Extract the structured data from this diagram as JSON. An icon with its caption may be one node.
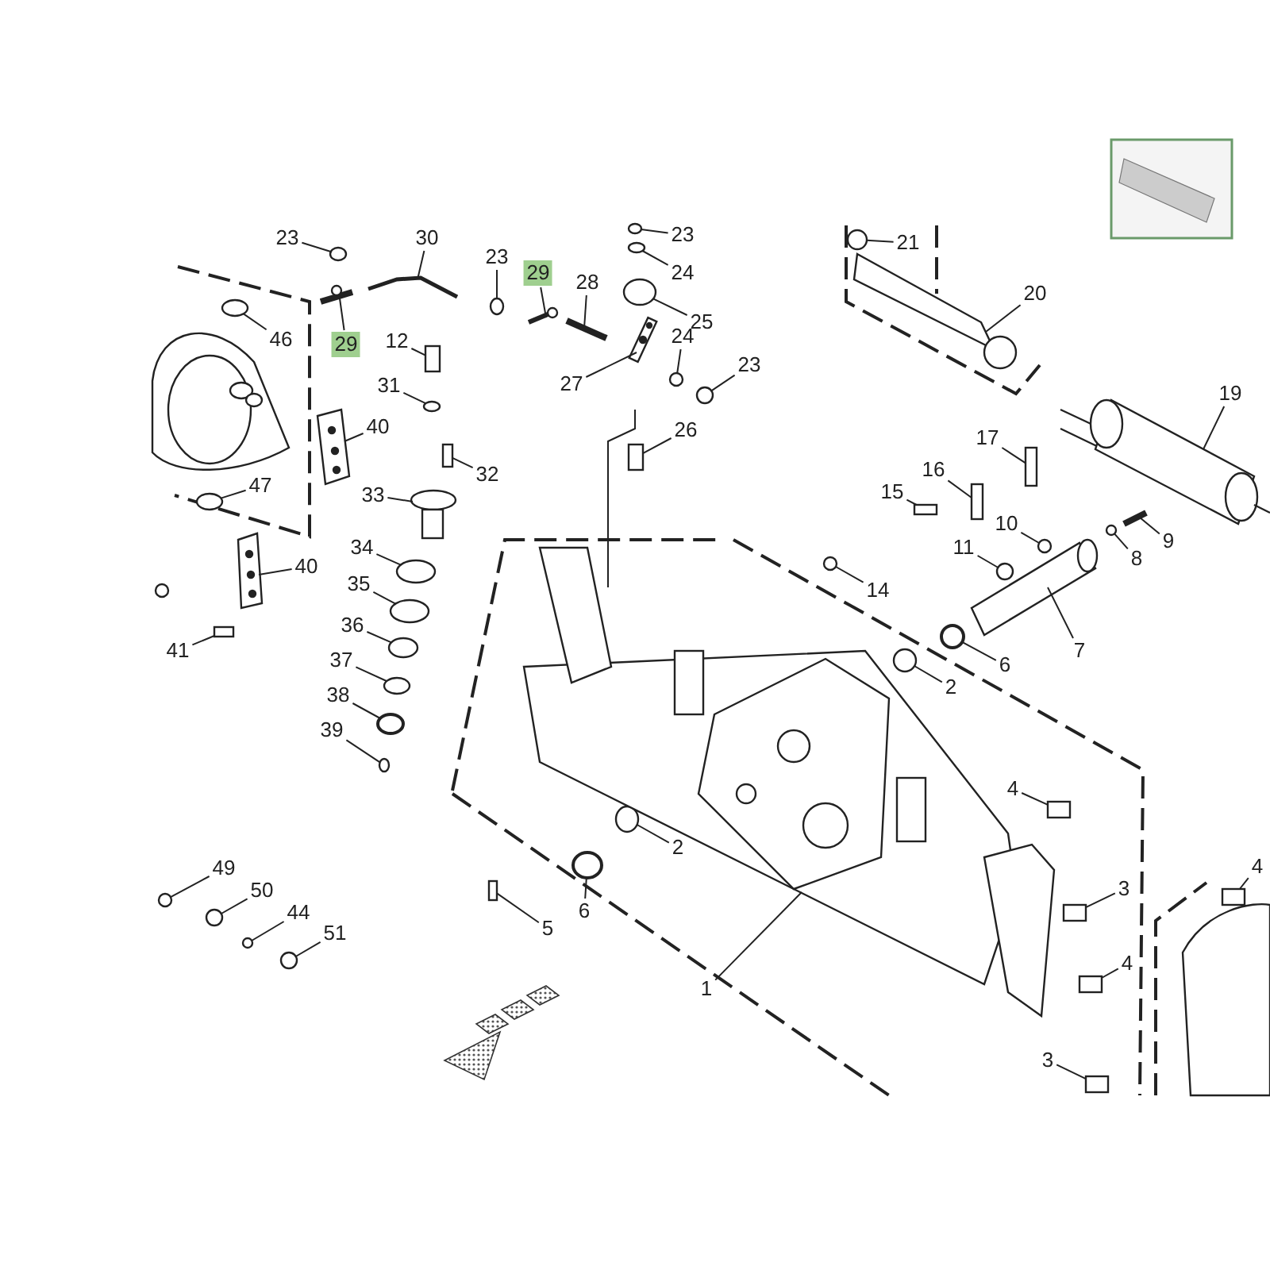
{
  "diagram": {
    "nodes": [
      {
        "text": [
          "23"
        ]
      },
      {
        "text": [
          "30"
        ]
      },
      {
        "text": [
          "23"
        ]
      },
      {
        "text": [
          "29"
        ]
      },
      {
        "text": [
          "23"
        ]
      },
      {
        "text": [
          "24"
        ]
      },
      {
        "text": [
          "21"
        ]
      },
      {
        "text": [
          "20"
        ]
      },
      {
        "text": [
          "28"
        ]
      },
      {
        "text": [
          "25"
        ]
      },
      {
        "text": [
          "29"
        ]
      },
      {
        "text": [
          "12"
        ]
      },
      {
        "text": [
          "46"
        ]
      },
      {
        "text": [
          "24"
        ]
      },
      {
        "text": [
          "23"
        ]
      },
      {
        "text": [
          "27"
        ]
      },
      {
        "text": [
          "31"
        ]
      },
      {
        "text": [
          "40"
        ]
      },
      {
        "text": [
          "26"
        ]
      },
      {
        "text": [
          "19"
        ]
      },
      {
        "text": [
          "17"
        ]
      },
      {
        "text": [
          "16"
        ]
      },
      {
        "text": [
          "32"
        ]
      },
      {
        "text": [
          "15"
        ]
      },
      {
        "text": [
          "33"
        ]
      },
      {
        "text": [
          "47"
        ]
      },
      {
        "text": [
          "10"
        ]
      },
      {
        "text": [
          "9"
        ]
      },
      {
        "text": [
          "11"
        ]
      },
      {
        "text": [
          "8"
        ]
      },
      {
        "text": [
          "40"
        ]
      },
      {
        "text": [
          "34"
        ]
      },
      {
        "text": [
          "14"
        ]
      },
      {
        "text": [
          "35"
        ]
      },
      {
        "text": [
          "7"
        ]
      },
      {
        "text": [
          "36"
        ]
      },
      {
        "text": [
          "41"
        ]
      },
      {
        "text": [
          "6"
        ]
      },
      {
        "text": [
          "2"
        ]
      },
      {
        "text": [
          "37"
        ]
      },
      {
        "text": [
          "38"
        ]
      },
      {
        "text": [
          "39"
        ]
      },
      {
        "text": [
          "4"
        ]
      },
      {
        "text": [
          "2"
        ]
      },
      {
        "text": [
          "49"
        ]
      },
      {
        "text": [
          "50"
        ]
      },
      {
        "text": [
          "44"
        ]
      },
      {
        "text": [
          "3"
        ]
      },
      {
        "text": [
          "51"
        ]
      },
      {
        "text": [
          "6"
        ]
      },
      {
        "text": [
          "5"
        ]
      },
      {
        "text": [
          "4"
        ]
      },
      {
        "text": [
          "1"
        ]
      },
      {
        "text": [
          "3"
        ]
      },
      {
        "text": [
          "4"
        ]
      },
      {
        "text": [],
        "shape": "circle"
      },
      {
        "text": [],
        "shape": "picture"
      },
      {
        "text": [],
        "shape": "circle"
      },
      {
        "text": [],
        "shape": "picture"
      },
      {
        "text": [],
        "shape": "circle"
      },
      {
        "text": [],
        "shape": "circle"
      },
      {
        "text": [],
        "shape": "circle"
      },
      {
        "text": [],
        "shape": "picture"
      },
      {
        "text": [],
        "shape": "picture"
      },
      {
        "text": [],
        "shape": "circle"
      },
      {
        "text": [],
        "shape": "picture"
      },
      {
        "text": [],
        "shape": "box"
      },
      {
        "text": [],
        "shape": "circle"
      },
      {
        "text": [],
        "shape": "circle"
      },
      {
        "text": [],
        "shape": "circle"
      },
      {
        "text": [],
        "shape": "picture"
      },
      {
        "text": [],
        "shape": "circle"
      },
      {
        "text": [],
        "shape": "picture"
      },
      {
        "text": [],
        "shape": "box"
      },
      {
        "text": [],
        "shape": "picture"
      },
      {
        "text": [],
        "shape": "box"
      },
      {
        "text": [],
        "shape": "box"
      },
      {
        "text": [],
        "shape": "box"
      },
      {
        "text": [],
        "shape": "box"
      },
      {
        "text": [],
        "shape": "picture"
      },
      {
        "text": [],
        "shape": "circle"
      },
      {
        "text": [],
        "shape": "circle"
      },
      {
        "text": [],
        "shape": "picture"
      },
      {
        "text": [],
        "shape": "circle"
      },
      {
        "text": [],
        "shape": "circle"
      },
      {
        "text": [],
        "shape": "picture"
      },
      {
        "text": [],
        "shape": "circle"
      },
      {
        "text": [],
        "shape": "circle"
      },
      {
        "text": [],
        "shape": "circle"
      },
      {
        "text": [],
        "shape": "picture"
      },
      {
        "text": [],
        "shape": "circle"
      },
      {
        "text": [],
        "shape": "box"
      },
      {
        "text": [],
        "shape": "circle"
      },
      {
        "text": [],
        "shape": "circle"
      },
      {
        "text": [],
        "shape": "circle"
      },
      {
        "text": [],
        "shape": "circle"
      },
      {
        "text": [],
        "shape": "circle"
      },
      {
        "text": [],
        "shape": "box"
      },
      {
        "text": [],
        "shape": "circle"
      },
      {
        "text": [],
        "shape": "circle"
      },
      {
        "text": [],
        "shape": "circle"
      },
      {
        "text": [],
        "shape": "circle"
      },
      {
        "text": [],
        "shape": "box"
      },
      {
        "text": [],
        "shape": "circle"
      },
      {
        "text": [],
        "shape": "circle"
      },
      {
        "text": [],
        "shape": "box"
      },
      {
        "text": [],
        "shape": "box"
      },
      {
        "text": [],
        "shape": "picture"
      },
      {
        "text": [],
        "shape": "box"
      },
      {
        "text": [],
        "shape": "box"
      }
    ],
    "edges": [
      {
        "from": 0,
        "to": 55,
        "arrow": "none"
      },
      {
        "from": 1,
        "to": 56,
        "arrow": "none"
      },
      {
        "from": 2,
        "to": 57,
        "arrow": "none"
      },
      {
        "from": 3,
        "to": 58,
        "arrow": "none"
      },
      {
        "from": 4,
        "to": 59,
        "arrow": "none"
      },
      {
        "from": 5,
        "to": 60,
        "arrow": "none"
      },
      {
        "from": 6,
        "to": 61,
        "arrow": "none"
      },
      {
        "from": 7,
        "to": 62,
        "arrow": "none"
      },
      {
        "from": 8,
        "to": 63,
        "arrow": "none"
      },
      {
        "from": 9,
        "to": 64,
        "arrow": "none"
      },
      {
        "from": 10,
        "to": 65,
        "arrow": "none"
      },
      {
        "from": 11,
        "to": 66,
        "arrow": "none"
      },
      {
        "from": 12,
        "to": 67,
        "arrow": "none"
      },
      {
        "from": 13,
        "to": 68,
        "arrow": "none"
      },
      {
        "from": 14,
        "to": 69,
        "arrow": "none"
      },
      {
        "from": 15,
        "to": 70,
        "arrow": "none"
      },
      {
        "from": 16,
        "to": 71,
        "arrow": "none"
      },
      {
        "from": 17,
        "to": 72,
        "arrow": "none"
      },
      {
        "from": 18,
        "to": 73,
        "arrow": "none"
      },
      {
        "from": 19,
        "to": 74,
        "arrow": "none"
      },
      {
        "from": 20,
        "to": 75,
        "arrow": "none"
      },
      {
        "from": 21,
        "to": 76,
        "arrow": "none"
      },
      {
        "from": 22,
        "to": 77,
        "arrow": "none"
      },
      {
        "from": 23,
        "to": 78,
        "arrow": "none"
      },
      {
        "from": 24,
        "to": 79,
        "arrow": "none"
      },
      {
        "from": 25,
        "to": 80,
        "arrow": "none"
      },
      {
        "from": 26,
        "to": 81,
        "arrow": "none"
      },
      {
        "from": 27,
        "to": 82,
        "arrow": "none"
      },
      {
        "from": 28,
        "to": 83,
        "arrow": "none"
      },
      {
        "from": 29,
        "to": 84,
        "arrow": "none"
      },
      {
        "from": 30,
        "to": 85,
        "arrow": "none"
      },
      {
        "from": 31,
        "to": 86,
        "arrow": "none"
      },
      {
        "from": 32,
        "to": 87,
        "arrow": "none"
      },
      {
        "from": 33,
        "to": 88,
        "arrow": "none"
      },
      {
        "from": 34,
        "to": 89,
        "arrow": "none"
      },
      {
        "from": 35,
        "to": 90,
        "arrow": "none"
      },
      {
        "from": 36,
        "to": 91,
        "arrow": "none"
      },
      {
        "from": 37,
        "to": 92,
        "arrow": "none"
      },
      {
        "from": 38,
        "to": 93,
        "arrow": "none"
      },
      {
        "from": 39,
        "to": 94,
        "arrow": "none"
      },
      {
        "from": 40,
        "to": 95,
        "arrow": "none"
      },
      {
        "from": 41,
        "to": 96,
        "arrow": "none"
      },
      {
        "from": 42,
        "to": 97,
        "arrow": "none"
      },
      {
        "from": 43,
        "to": 98,
        "arrow": "none"
      },
      {
        "from": 44,
        "to": 99,
        "arrow": "none"
      },
      {
        "from": 45,
        "to": 100,
        "arrow": "none"
      },
      {
        "from": 46,
        "to": 101,
        "arrow": "none"
      },
      {
        "from": 47,
        "to": 102,
        "arrow": "none"
      },
      {
        "from": 48,
        "to": 103,
        "arrow": "none"
      },
      {
        "from": 49,
        "to": 104,
        "arrow": "none"
      },
      {
        "from": 50,
        "to": 105,
        "arrow": "none"
      },
      {
        "from": 51,
        "to": 106,
        "arrow": "none"
      },
      {
        "from": 52,
        "to": 107,
        "arrow": "none"
      },
      {
        "from": 53,
        "to": 108,
        "arrow": "none"
      },
      {
        "from": 54,
        "to": 109,
        "arrow": "none"
      }
    ]
  }
}
